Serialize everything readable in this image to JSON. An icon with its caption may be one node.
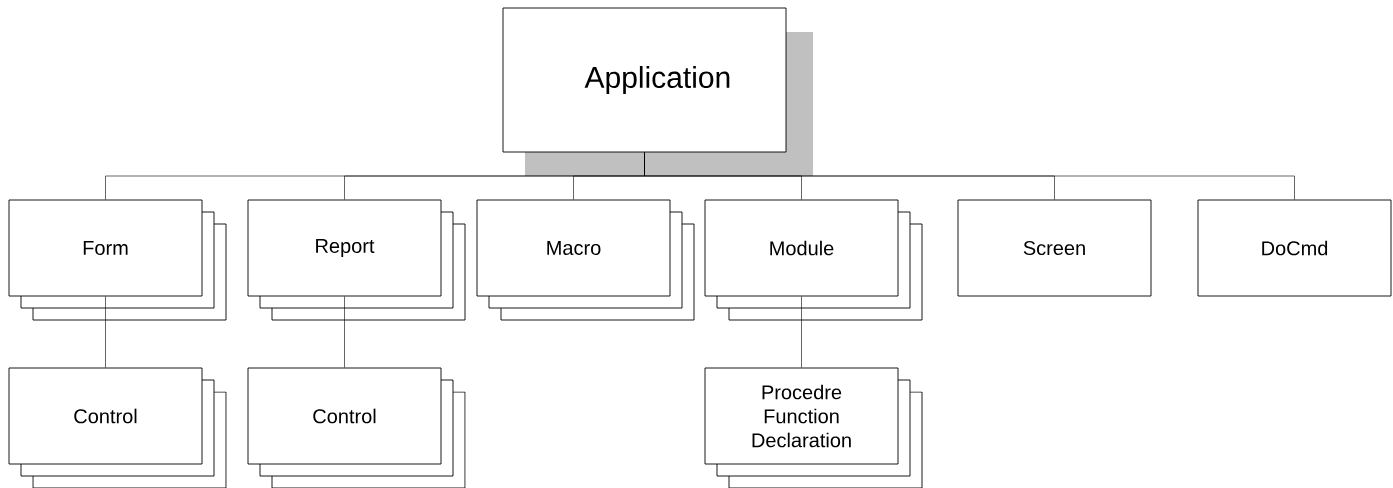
{
  "diagram": {
    "nodes": [
      {
        "text": [
          "Application"
        ]
      },
      {
        "text": [
          "Form"
        ]
      },
      {
        "text": [
          "Report"
        ]
      },
      {
        "text": [
          "Macro"
        ]
      },
      {
        "text": [
          "Module"
        ]
      },
      {
        "text": [
          "Screen"
        ]
      },
      {
        "text": [
          "DoCmd"
        ]
      },
      {
        "text": [
          "Control"
        ]
      },
      {
        "text": [
          "Control"
        ]
      },
      {
        "text": [
          "Procedre Function Declaration"
        ]
      }
    ],
    "edges": [
      {
        "from": 0,
        "to": 1,
        "arrow": "none"
      },
      {
        "from": 0,
        "to": 2,
        "arrow": "none"
      },
      {
        "from": 0,
        "to": 3,
        "arrow": "none"
      },
      {
        "from": 0,
        "to": 4,
        "arrow": "none"
      },
      {
        "from": 0,
        "to": 5,
        "arrow": "none"
      },
      {
        "from": 0,
        "to": 6,
        "arrow": "none"
      },
      {
        "from": 1,
        "to": 7,
        "arrow": "none"
      },
      {
        "from": 2,
        "to": 8,
        "arrow": "none"
      },
      {
        "from": 4,
        "to": 9,
        "arrow": "none"
      }
    ]
  }
}
